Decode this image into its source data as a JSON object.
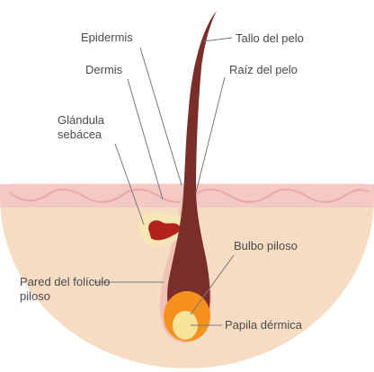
{
  "labels": {
    "epidermis": "Epidermis",
    "dermis": "Dermis",
    "sebaceous_gland": "Glándula sebácea",
    "hair_shaft": "Tallo del pelo",
    "hair_root": "Raíz del pelo",
    "hair_bulb": "Bulbo piloso",
    "follicle_wall": "Pared del folículo piloso",
    "dermal_papilla": "Papila dérmica"
  },
  "colors": {
    "skin_base": "#f7dcc4",
    "skin_surface": "#f4c8c4",
    "skin_wave": "#e7a8a8",
    "hair": "#7a2e2a",
    "follicle": "#f2c1b6",
    "gland_outline": "#f6e7b6",
    "gland_inner": "#b3231d",
    "bulb": "#f7901e",
    "papilla": "#f7e39a",
    "leader_line": "#777777",
    "label_text": "#4a4a4a"
  }
}
